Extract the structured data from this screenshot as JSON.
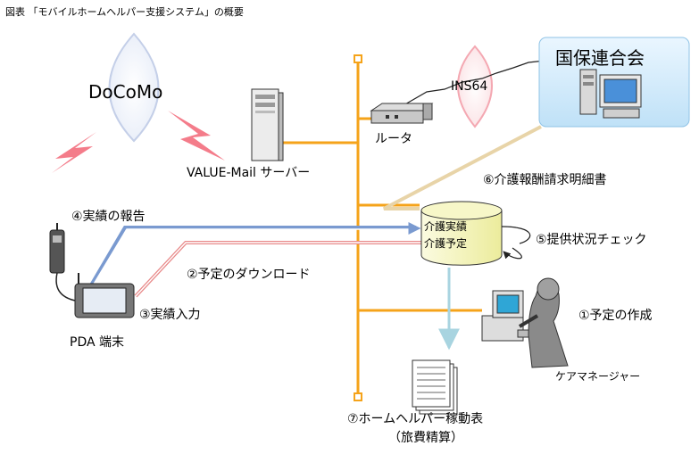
{
  "caption": "図表 「モバイルホームヘルパー支援システム」の概要",
  "docomo": "DoCoMo",
  "ins": "INS64",
  "kokuho": "国保連合会",
  "router": "ルータ",
  "server": "VALUE-Mail サーバー",
  "pda": "PDA 端末",
  "db_line1": "介護実績",
  "db_line2": "介護予定",
  "manager": "ケアマネージャー",
  "step1": "①予定の作成",
  "step2": "②予定のダウンロード",
  "step3": "③実績入力",
  "step4": "④実績の報告",
  "step5": "⑤提供状況チェック",
  "step6": "⑥介護報酬請求明細書",
  "step7_line1": "⑦ホームヘルパー稼動表",
  "step7_line2": "（旅費精算）",
  "colors": {
    "backbone": "#f5a31a",
    "signal": "#e85a6a",
    "report": "#7a9ad0",
    "download": "#e88a8a",
    "invoice": "#e8d4a8",
    "output": "#a8d4e0",
    "db_fill": "#f7f7c8",
    "cloud_edge": "#c4cfe8",
    "kokuho_fill": "#d6ecfa"
  }
}
